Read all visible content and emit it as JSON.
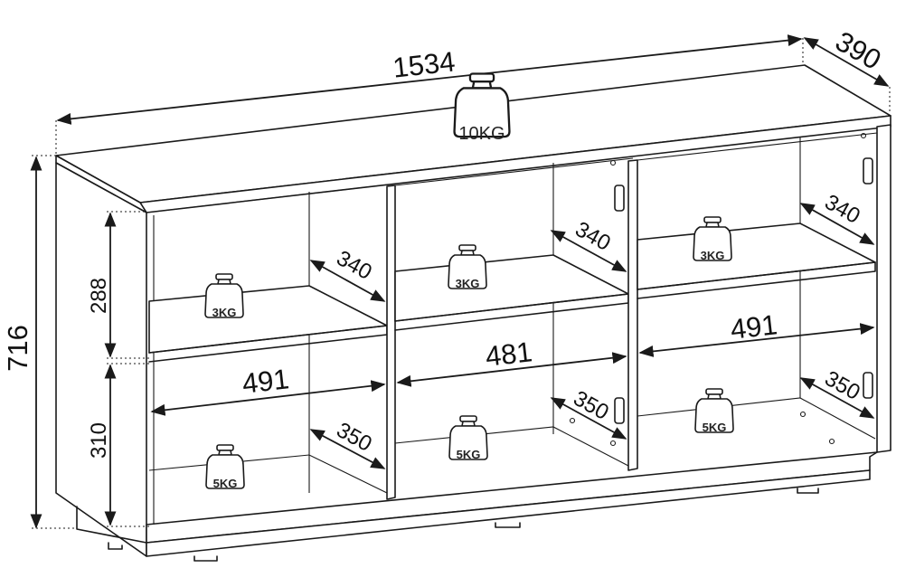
{
  "dimensions": {
    "total_width": "1534",
    "depth": "390",
    "total_height": "716",
    "upper_height": "288",
    "lower_height": "310",
    "left_lower_width": "491",
    "middle_lower_width": "481",
    "right_upper_width": "491",
    "left_upper_depth": "340",
    "middle_upper_depth": "340",
    "right_upper_depth": "340",
    "left_lower_depth": "350",
    "middle_lower_depth": "350",
    "right_lower_depth": "350"
  },
  "weights": {
    "top": "10KG",
    "left_upper": "3KG",
    "middle_upper": "3KG",
    "right_upper": "3KG",
    "left_lower": "5KG",
    "middle_lower": "5KG",
    "right_lower": "5KG"
  }
}
